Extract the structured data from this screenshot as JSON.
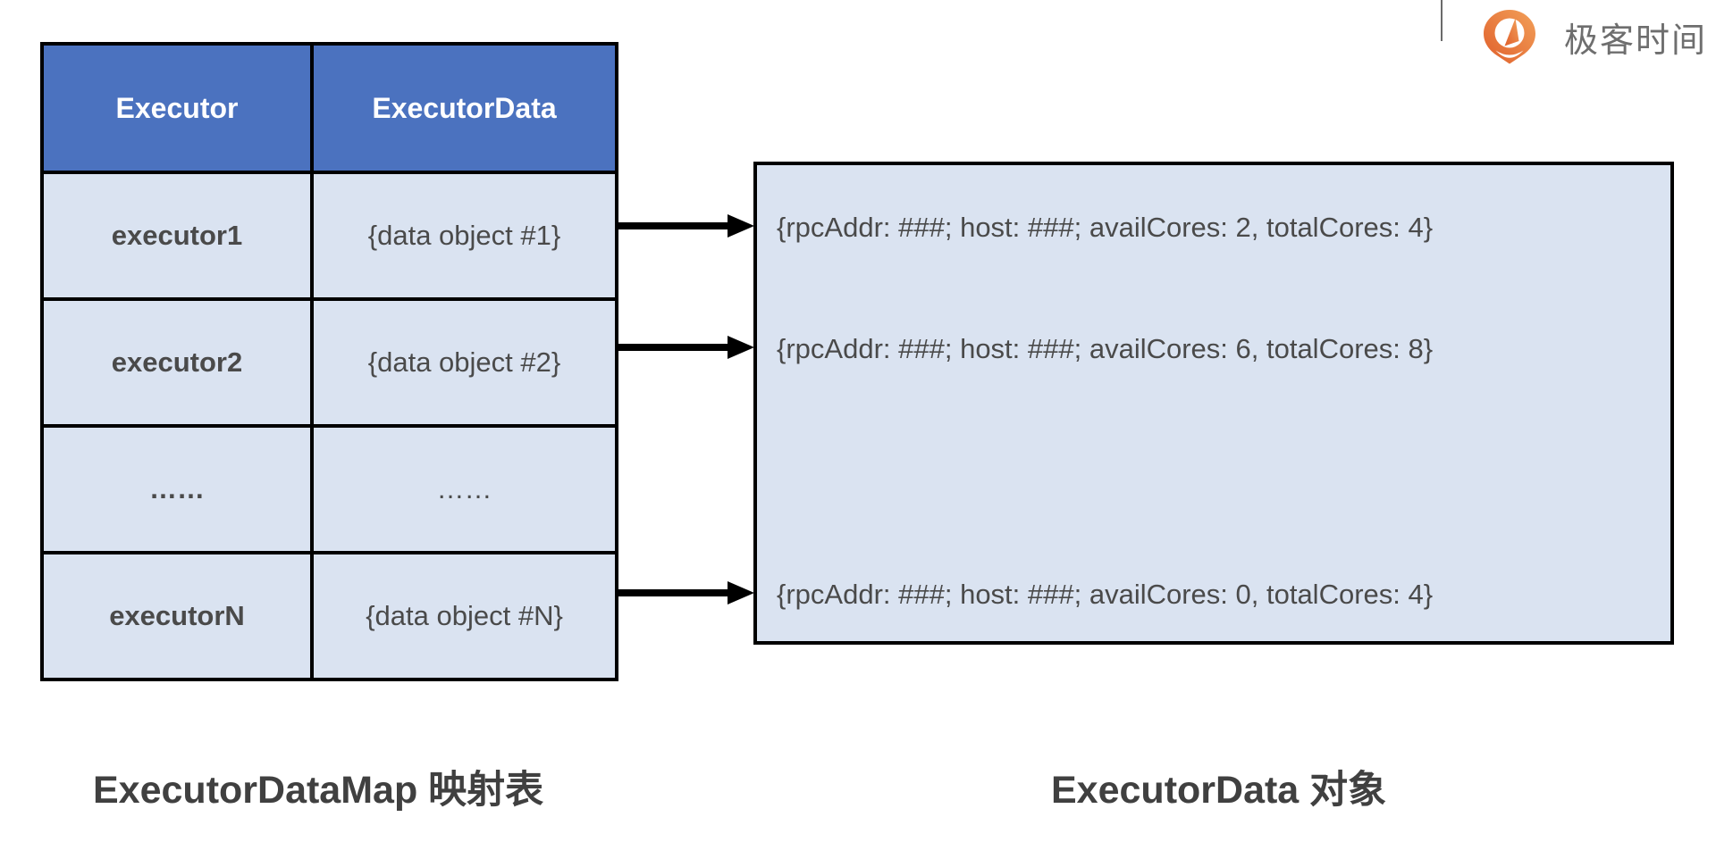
{
  "brand": {
    "name": "极客时间",
    "icon": "geektime-pin-icon",
    "icon_color_start": "#F2A059",
    "icon_color_end": "#E05F2B",
    "text_color": "#6E6E6E"
  },
  "map_table": {
    "caption": "ExecutorDataMap 映射表",
    "headers": [
      "Executor",
      "ExecutorData"
    ],
    "rows": [
      [
        "executor1",
        "{data object #1}"
      ],
      [
        "executor2",
        "{data object #2}"
      ],
      [
        "……",
        "……"
      ],
      [
        "executorN",
        "{data object #N}"
      ]
    ],
    "colors": {
      "header_bg": "#4B72BF",
      "header_text": "#FFFFFF",
      "cell_bg": "#DAE3F1",
      "cell_text": "#4A4A4A",
      "border": "#000000"
    }
  },
  "data_box": {
    "caption": "ExecutorData 对象",
    "lines": [
      "{rpcAddr: ###; host: ###; availCores: 2, totalCores: 4}",
      "{rpcAddr: ###; host: ###; availCores: 6, totalCores: 8}",
      "{rpcAddr: ###; host: ###; availCores: 0, totalCores: 4}"
    ],
    "colors": {
      "bg": "#DAE3F1",
      "text": "#4A4A4A",
      "border": "#000000"
    }
  },
  "arrows": {
    "color": "#000000",
    "count": 3
  }
}
